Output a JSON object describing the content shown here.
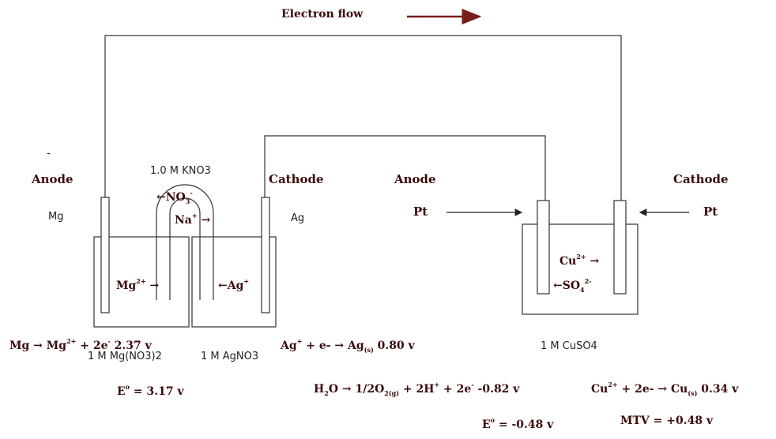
{
  "header": {
    "title": "Electron flow"
  },
  "cell1": {
    "anode_label": "Anode",
    "anode_metal": "Mg",
    "cathode_label": "Cathode",
    "cathode_metal": "Ag",
    "salt_bridge": "1.0 M KNO3",
    "bridge_anion": "←NO",
    "bridge_anion_sub": "3",
    "bridge_anion_sup": "-",
    "bridge_cation": "Na",
    "bridge_cation_sup": "+",
    "bridge_cation_arrow": "→",
    "left_ion": "Mg",
    "left_ion_sup": "2+",
    "left_ion_arrow": "→",
    "right_ion": "←Ag",
    "right_ion_sup": "+",
    "left_solution": "1 M  Mg(NO3)2",
    "right_solution": "1 M AgNO3",
    "anode_eq": "Mg → Mg",
    "anode_eq_sup": "2+",
    "anode_eq_rest": " +  2e",
    "anode_eq_e_sup": "-",
    "anode_eq_value": " 2.37 v",
    "cathode_eq": "Ag",
    "cathode_eq_sup": "+",
    "cathode_eq_rest": " + e-   → Ag",
    "cathode_eq_sub": "(s)",
    "cathode_eq_value": "  0.80 v",
    "ecell": "E",
    "ecell_sup": "o",
    "ecell_value": "  =   3.17 v"
  },
  "cell2": {
    "anode_label": "Anode",
    "anode_metal": "Pt",
    "cathode_label": "Cathode",
    "cathode_metal": "Pt",
    "ion1": "Cu",
    "ion1_sup": "2+",
    "ion1_arrow": "→",
    "ion2": "←SO",
    "ion2_sub": "4",
    "ion2_sup": "2-",
    "solution": "1 M CuSO4",
    "anode_eq_a": "H",
    "anode_eq_a_sub": "2",
    "anode_eq_b": "O → 1/2O",
    "anode_eq_b_sub": "2(g)",
    "anode_eq_c": "  +  2H",
    "anode_eq_c_sup": "+",
    "anode_eq_d": "   +   2e",
    "anode_eq_d_sup": "-",
    "anode_eq_value": "  -0.82 v",
    "cathode_eq": "Cu",
    "cathode_eq_sup": "2+",
    "cathode_eq_rest": " + 2e-   → Cu",
    "cathode_eq_sub": "(s)",
    "cathode_eq_value": "  0.34 v",
    "ecell": "E",
    "ecell_sup": "o",
    "ecell_value": "  =  -0.48 v",
    "mtv": "MTV   =   +0.48 v"
  },
  "colors": {
    "arrow": "#7a1c1c",
    "line": "#333333",
    "text": "#3a0a0a"
  },
  "misc": {
    "dash": "-"
  }
}
